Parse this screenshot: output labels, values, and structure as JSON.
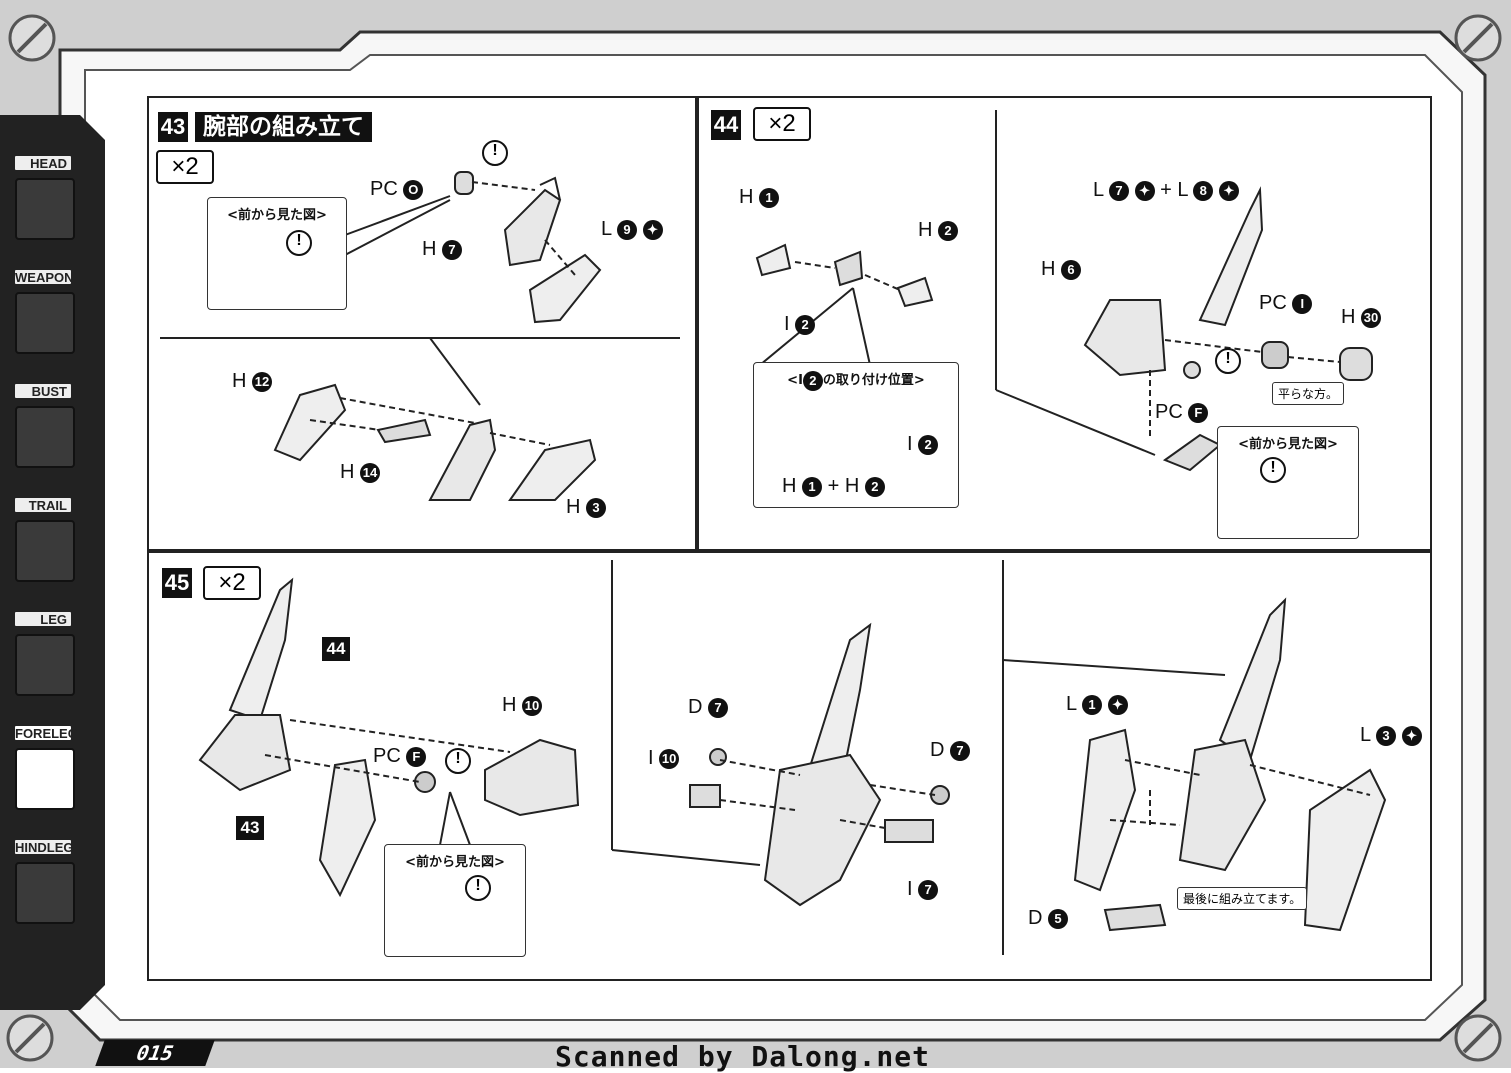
{
  "page": {
    "number": "015",
    "scan_credit": "Scanned by Dalong.net"
  },
  "sidebar": {
    "tabs": [
      {
        "label": "HEAD",
        "icon": "head-icon",
        "active": false
      },
      {
        "label": "WEAPON",
        "icon": "weapon-icon",
        "active": false
      },
      {
        "label": "BUST",
        "icon": "bust-icon",
        "active": false
      },
      {
        "label": "TRAIL",
        "icon": "tail-icon",
        "active": false
      },
      {
        "label": "LEG",
        "icon": "leg-icon",
        "active": false
      },
      {
        "label": "FORELEG",
        "icon": "foreleg-icon",
        "active": true
      },
      {
        "label": "HINDLEG",
        "icon": "hindleg-icon",
        "active": false
      }
    ]
  },
  "step43": {
    "number": "43",
    "title": "腕部の組み立て",
    "multiplier": "×2",
    "callout_title": "<前から見た図>",
    "parts": {
      "pc": {
        "prefix": "PC",
        "id": "O"
      },
      "h7": {
        "prefix": "H",
        "id": "7"
      },
      "l9": {
        "prefix": "L",
        "id": "9"
      },
      "h12": {
        "prefix": "H",
        "id": "12"
      },
      "h14": {
        "prefix": "H",
        "id": "14"
      },
      "h3": {
        "prefix": "H",
        "id": "3"
      }
    }
  },
  "step44": {
    "number": "44",
    "multiplier": "×2",
    "parts": {
      "h1": {
        "prefix": "H",
        "id": "1"
      },
      "h2": {
        "prefix": "H",
        "id": "2"
      },
      "i2": {
        "prefix": "I",
        "id": "2"
      },
      "l7l8": {
        "a_prefix": "L",
        "a_id": "7",
        "plus": "+",
        "b_prefix": "L",
        "b_id": "8"
      },
      "h6": {
        "prefix": "H",
        "id": "6"
      },
      "pc1": {
        "prefix": "PC",
        "id": "I"
      },
      "h30": {
        "prefix": "H",
        "id": "30"
      },
      "pcF": {
        "prefix": "PC",
        "id": "F"
      }
    },
    "i2_callout": {
      "title_prefix": "<I",
      "title_id": "2",
      "title_suffix": "の取り付け位置>",
      "i2": {
        "prefix": "I",
        "id": "2"
      },
      "h1h2": {
        "a_prefix": "H",
        "a_id": "1",
        "plus": "+",
        "b_prefix": "H",
        "b_id": "2"
      }
    },
    "flat_note": "平らな方。",
    "callout_title": "<前から見た図>"
  },
  "step45": {
    "number": "45",
    "multiplier": "×2",
    "refs": {
      "a": "44",
      "b": "43"
    },
    "parts": {
      "h10": {
        "prefix": "H",
        "id": "10"
      },
      "pcF": {
        "prefix": "PC",
        "id": "F"
      },
      "d7a": {
        "prefix": "D",
        "id": "7"
      },
      "d7b": {
        "prefix": "D",
        "id": "7"
      },
      "i10": {
        "prefix": "I",
        "id": "10"
      },
      "i7": {
        "prefix": "I",
        "id": "7"
      },
      "l1": {
        "prefix": "L",
        "id": "1"
      },
      "l3": {
        "prefix": "L",
        "id": "3"
      },
      "d5": {
        "prefix": "D",
        "id": "5"
      }
    },
    "callout_title": "<前から見た図>",
    "last_note": "最後に組み立てます。"
  },
  "colors": {
    "ink": "#111111",
    "panel_bg": "#ffffff",
    "frame_gray": "#9a9a9a"
  }
}
